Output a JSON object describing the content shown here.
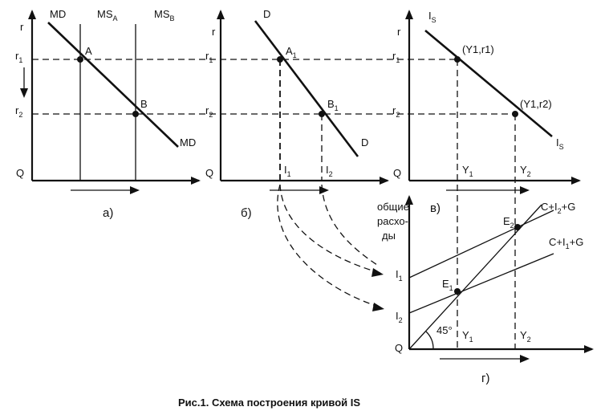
{
  "caption": "Рис.1. Схема построения кривой IS",
  "panels": {
    "a": {
      "tag": "а)",
      "y_axis": "r",
      "origin": "Q",
      "y_ticks": [
        "r",
        "r"
      ],
      "y_tick_subs": [
        "1",
        "2"
      ],
      "curve_labels": {
        "md_top": "MD",
        "md_bottom": "MD",
        "ms_a": "MS",
        "ms_a_sub": "A",
        "ms_b": "MS",
        "ms_b_sub": "B"
      },
      "points": [
        "A",
        "B"
      ]
    },
    "b": {
      "tag": "б)",
      "y_axis": "r",
      "origin": "Q",
      "y_ticks": [
        "r",
        "r"
      ],
      "y_tick_subs": [
        "1",
        "2"
      ],
      "curve_labels": {
        "d_top": "D",
        "d_bottom": "D"
      },
      "points": [
        {
          "label": "A",
          "sub": "1"
        },
        {
          "label": "B",
          "sub": "1"
        }
      ],
      "x_ticks": [
        {
          "label": "I",
          "sub": "1"
        },
        {
          "label": "I",
          "sub": "2"
        }
      ]
    },
    "v": {
      "tag": "в)",
      "y_axis": "r",
      "origin": "Q",
      "y_ticks": [
        "r",
        "r"
      ],
      "y_tick_subs": [
        "1",
        "2"
      ],
      "curve_labels": {
        "is_top": "I",
        "is_top_sub": "S",
        "is_bottom": "I",
        "is_bottom_sub": "S"
      },
      "points": [
        "(Y1,r1)",
        "(Y1,r2)"
      ],
      "x_ticks": [
        {
          "label": "Y",
          "sub": "1"
        },
        {
          "label": "Y",
          "sub": "2"
        }
      ]
    },
    "g": {
      "tag": "г)",
      "y_axis_lines": [
        "общие",
        "расхо-",
        "ды"
      ],
      "origin": "Q",
      "angle_label": "45°",
      "y_ticks": [
        {
          "label": "I",
          "sub": "1"
        },
        {
          "label": "I",
          "sub": "2"
        }
      ],
      "x_ticks": [
        {
          "label": "Y",
          "sub": "1"
        },
        {
          "label": "Y",
          "sub": "2"
        }
      ],
      "points": [
        {
          "label": "E",
          "sub": "1"
        },
        {
          "label": "E",
          "sub": "2"
        }
      ],
      "line_labels": [
        "C+I",
        "2",
        "+G",
        "C+I",
        "1",
        "+G"
      ]
    }
  }
}
